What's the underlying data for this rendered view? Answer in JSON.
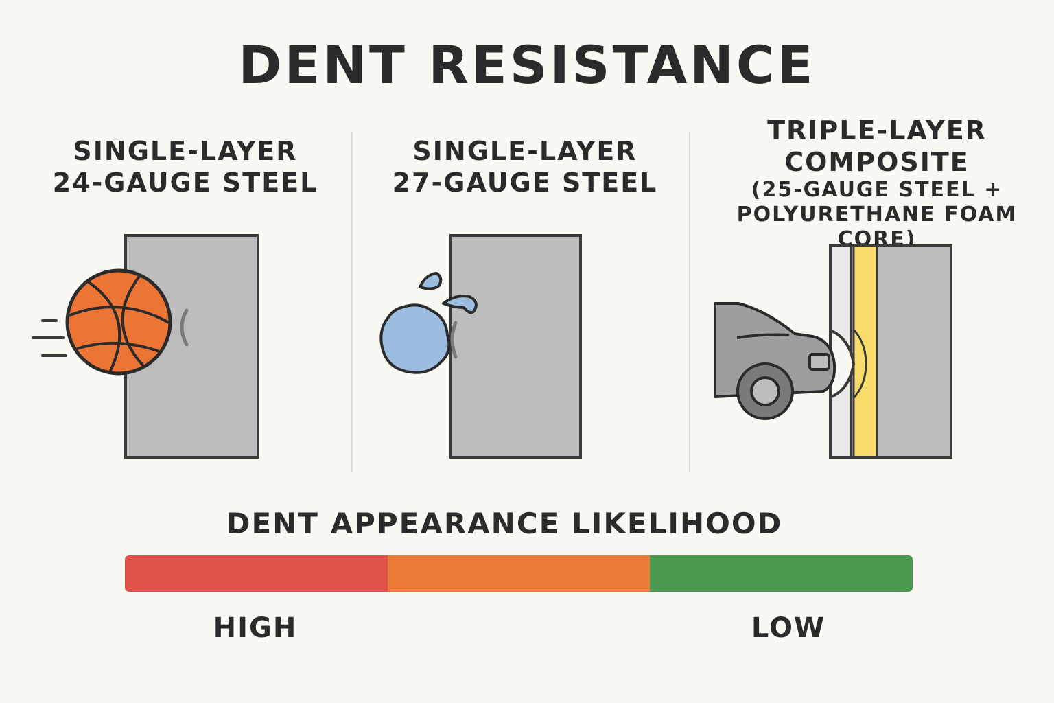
{
  "title": "DENT RESISTANCE",
  "columns": [
    {
      "lines": [
        "SINGLE-LAYER",
        "24-GAUGE STEEL"
      ],
      "impact": "basketball-icon"
    },
    {
      "lines": [
        "SINGLE-LAYER",
        "27-GAUGE STEEL"
      ],
      "impact": "water-splash-icon"
    },
    {
      "lines": [
        "TRIPLE-LAYER",
        "COMPOSITE"
      ],
      "sub_lines": [
        "(25-GAUGE STEEL +",
        "POLYURETHANE FOAM CORE)"
      ],
      "impact": "car-icon"
    }
  ],
  "scale": {
    "title": "DENT APPEARANCE LIKELIHOOD",
    "low_label": "LOW",
    "high_label": "HIGH",
    "segments": [
      "#e0524a",
      "#ec7b3a",
      "#4a9b4f"
    ]
  },
  "colors": {
    "background": "#faf8f2",
    "panel": "#bdbdbd",
    "outline": "#3a3a3a",
    "ball": "#ec7434",
    "water": "#9dbde0",
    "foam": "#f9dc6c",
    "car": "#9e9e9e"
  }
}
